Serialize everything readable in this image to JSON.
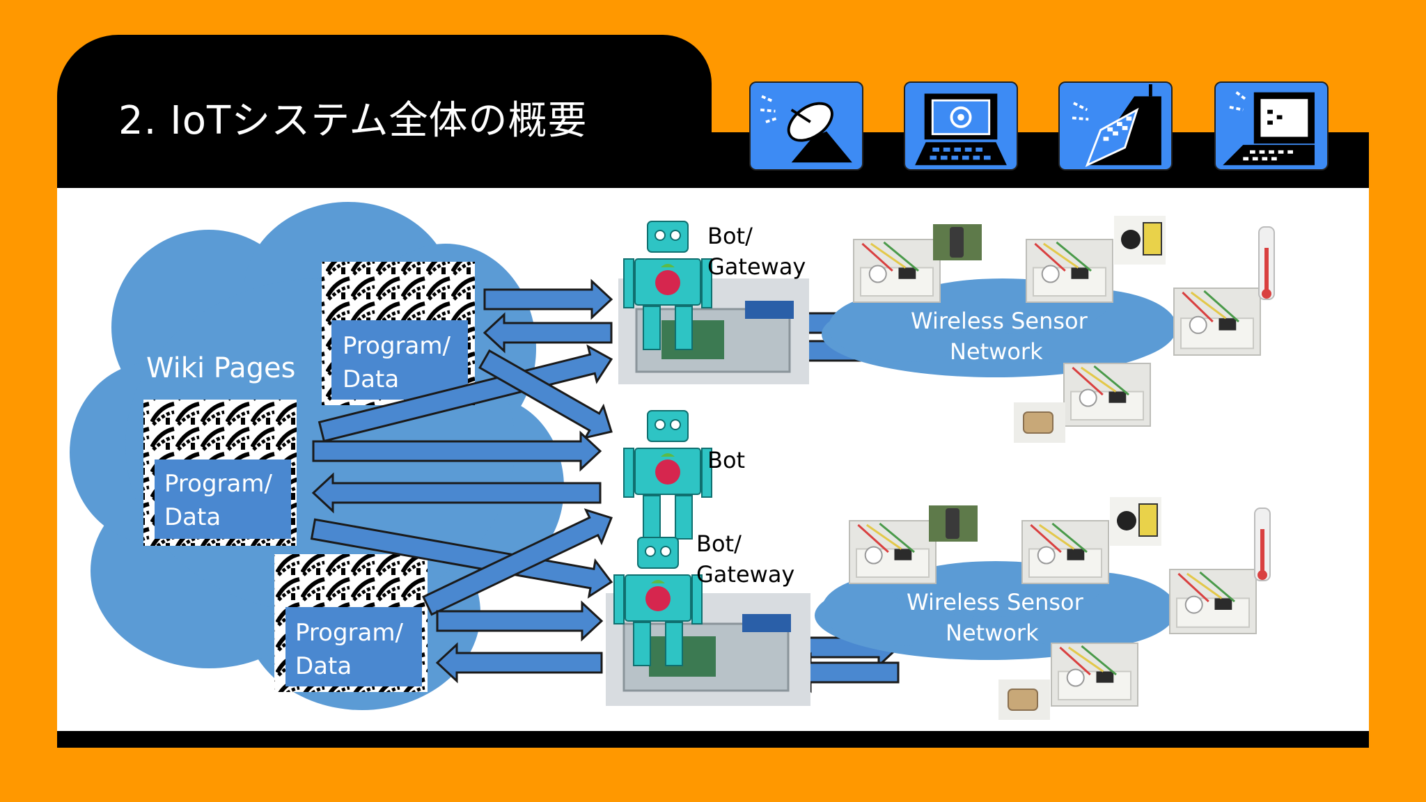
{
  "slide": {
    "title": "2. IoTシステム全体の概要",
    "colors": {
      "background": "#FF9800",
      "frame": "#000000",
      "cloud": "#5B9BD5",
      "arrow": "#4A88D0",
      "robot": "#2EC4C4",
      "label_box": "#4A88D0"
    }
  },
  "header_icons": [
    "satellite-dish-icon",
    "computer-terminal-icon",
    "mobile-phone-icon",
    "laptop-icon"
  ],
  "diagram": {
    "cloud_label": "Wiki Pages",
    "program_boxes": [
      {
        "line1": "Program/",
        "line2": "Data"
      },
      {
        "line1": "Program/",
        "line2": "Data"
      },
      {
        "line1": "Program/",
        "line2": "Data"
      }
    ],
    "bots": [
      {
        "line1": "Bot/",
        "line2": "Gateway"
      },
      {
        "line1": "Bot",
        "line2": ""
      },
      {
        "line1": "Bot/",
        "line2": "Gateway"
      }
    ],
    "networks": [
      {
        "line1": "Wireless Sensor",
        "line2": "Network"
      },
      {
        "line1": "Wireless Sensor",
        "line2": "Network"
      }
    ]
  }
}
